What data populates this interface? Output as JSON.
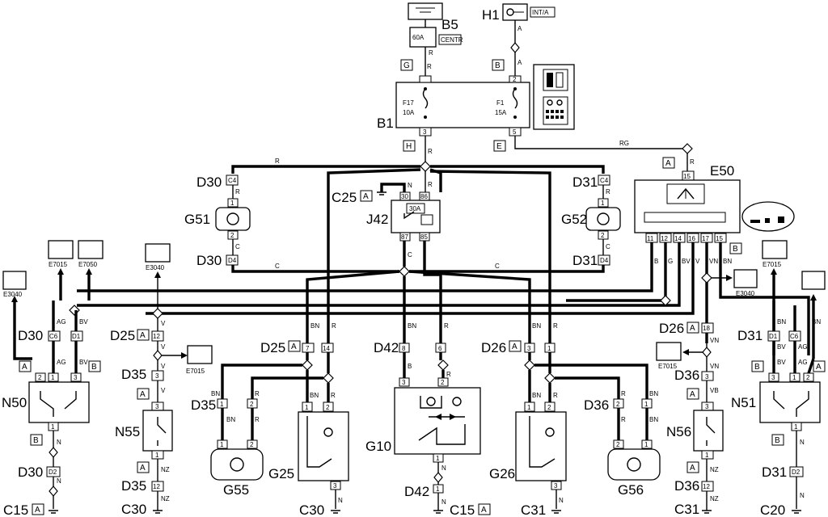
{
  "components": {
    "B5": {
      "label": "B5",
      "fuse": "60A",
      "tag": "CENTR"
    },
    "H1": {
      "label": "H1",
      "tag": "INT/A"
    },
    "B1": {
      "label": "B1",
      "fuse_left": "F17",
      "amp_left": "10A",
      "fuse_right": "F1",
      "amp_right": "15A"
    },
    "E50": {
      "label": "E50"
    },
    "J42": {
      "label": "J42",
      "rating": "30A"
    },
    "G51": "G51",
    "G52": "G52",
    "G55": "G55",
    "G56": "G56",
    "G25": "G25",
    "G26": "G26",
    "G10": "G10",
    "N50": "N50",
    "N51": "N51",
    "N55": "N55",
    "N56": "N56"
  },
  "connectors": {
    "D30": "D30",
    "D31": "D31",
    "D25": "D25",
    "D26": "D26",
    "D35": "D35",
    "D36": "D36",
    "D42": "D42",
    "C25": "C25",
    "C15": "C15",
    "C20": "C20",
    "C30": "C30",
    "C31": "C31",
    "C4": "C4",
    "D4": "D4",
    "C6": "C6",
    "D1": "D1",
    "D2": "D2"
  },
  "ref_boxes": {
    "A": "A",
    "B": "B",
    "G": "G",
    "H": "H",
    "E": "E"
  },
  "external_refs": {
    "e7015": "E7015",
    "e7050": "E7050",
    "e3040": "E3040"
  },
  "wires": {
    "R": "R",
    "A": "A",
    "RG": "RG",
    "C": "C",
    "N": "N",
    "V": "V",
    "B": "B",
    "G": "G",
    "BV": "BV",
    "AG": "AG",
    "BN": "BN",
    "VN": "VN",
    "VB": "VB",
    "NZ": "NZ"
  },
  "pins": {
    "p1": "1",
    "p2": "2",
    "p3": "3",
    "p5": "5",
    "p6": "6",
    "p7": "7",
    "p8": "8",
    "p11": "11",
    "p12": "12",
    "p14": "14",
    "p15": "15",
    "p16": "16",
    "p17": "17",
    "p18": "18",
    "p30": "30",
    "p85": "85",
    "p86": "86",
    "p87": "87"
  }
}
